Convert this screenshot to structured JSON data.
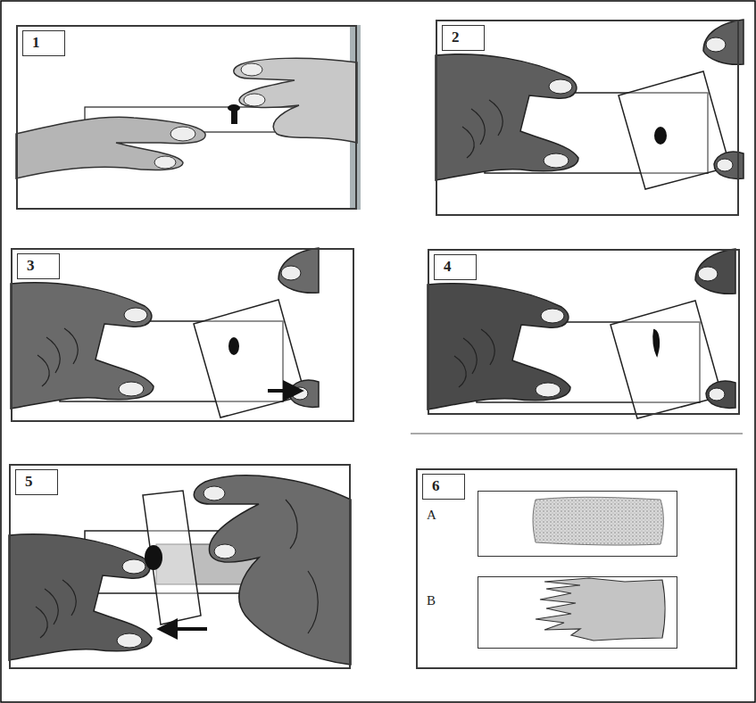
{
  "diagram": {
    "nodes": [
      {
        "text": [
          "1"
        ]
      },
      {
        "text": [
          "2"
        ]
      },
      {
        "text": [
          "3"
        ]
      },
      {
        "text": [
          "4"
        ]
      },
      {
        "text": [
          "5"
        ]
      },
      {
        "text": [
          "6"
        ]
      },
      {
        "text": [
          "A"
        ],
        "in": 5
      },
      {
        "text": [
          "B"
        ],
        "in": 5
      }
    ]
  }
}
